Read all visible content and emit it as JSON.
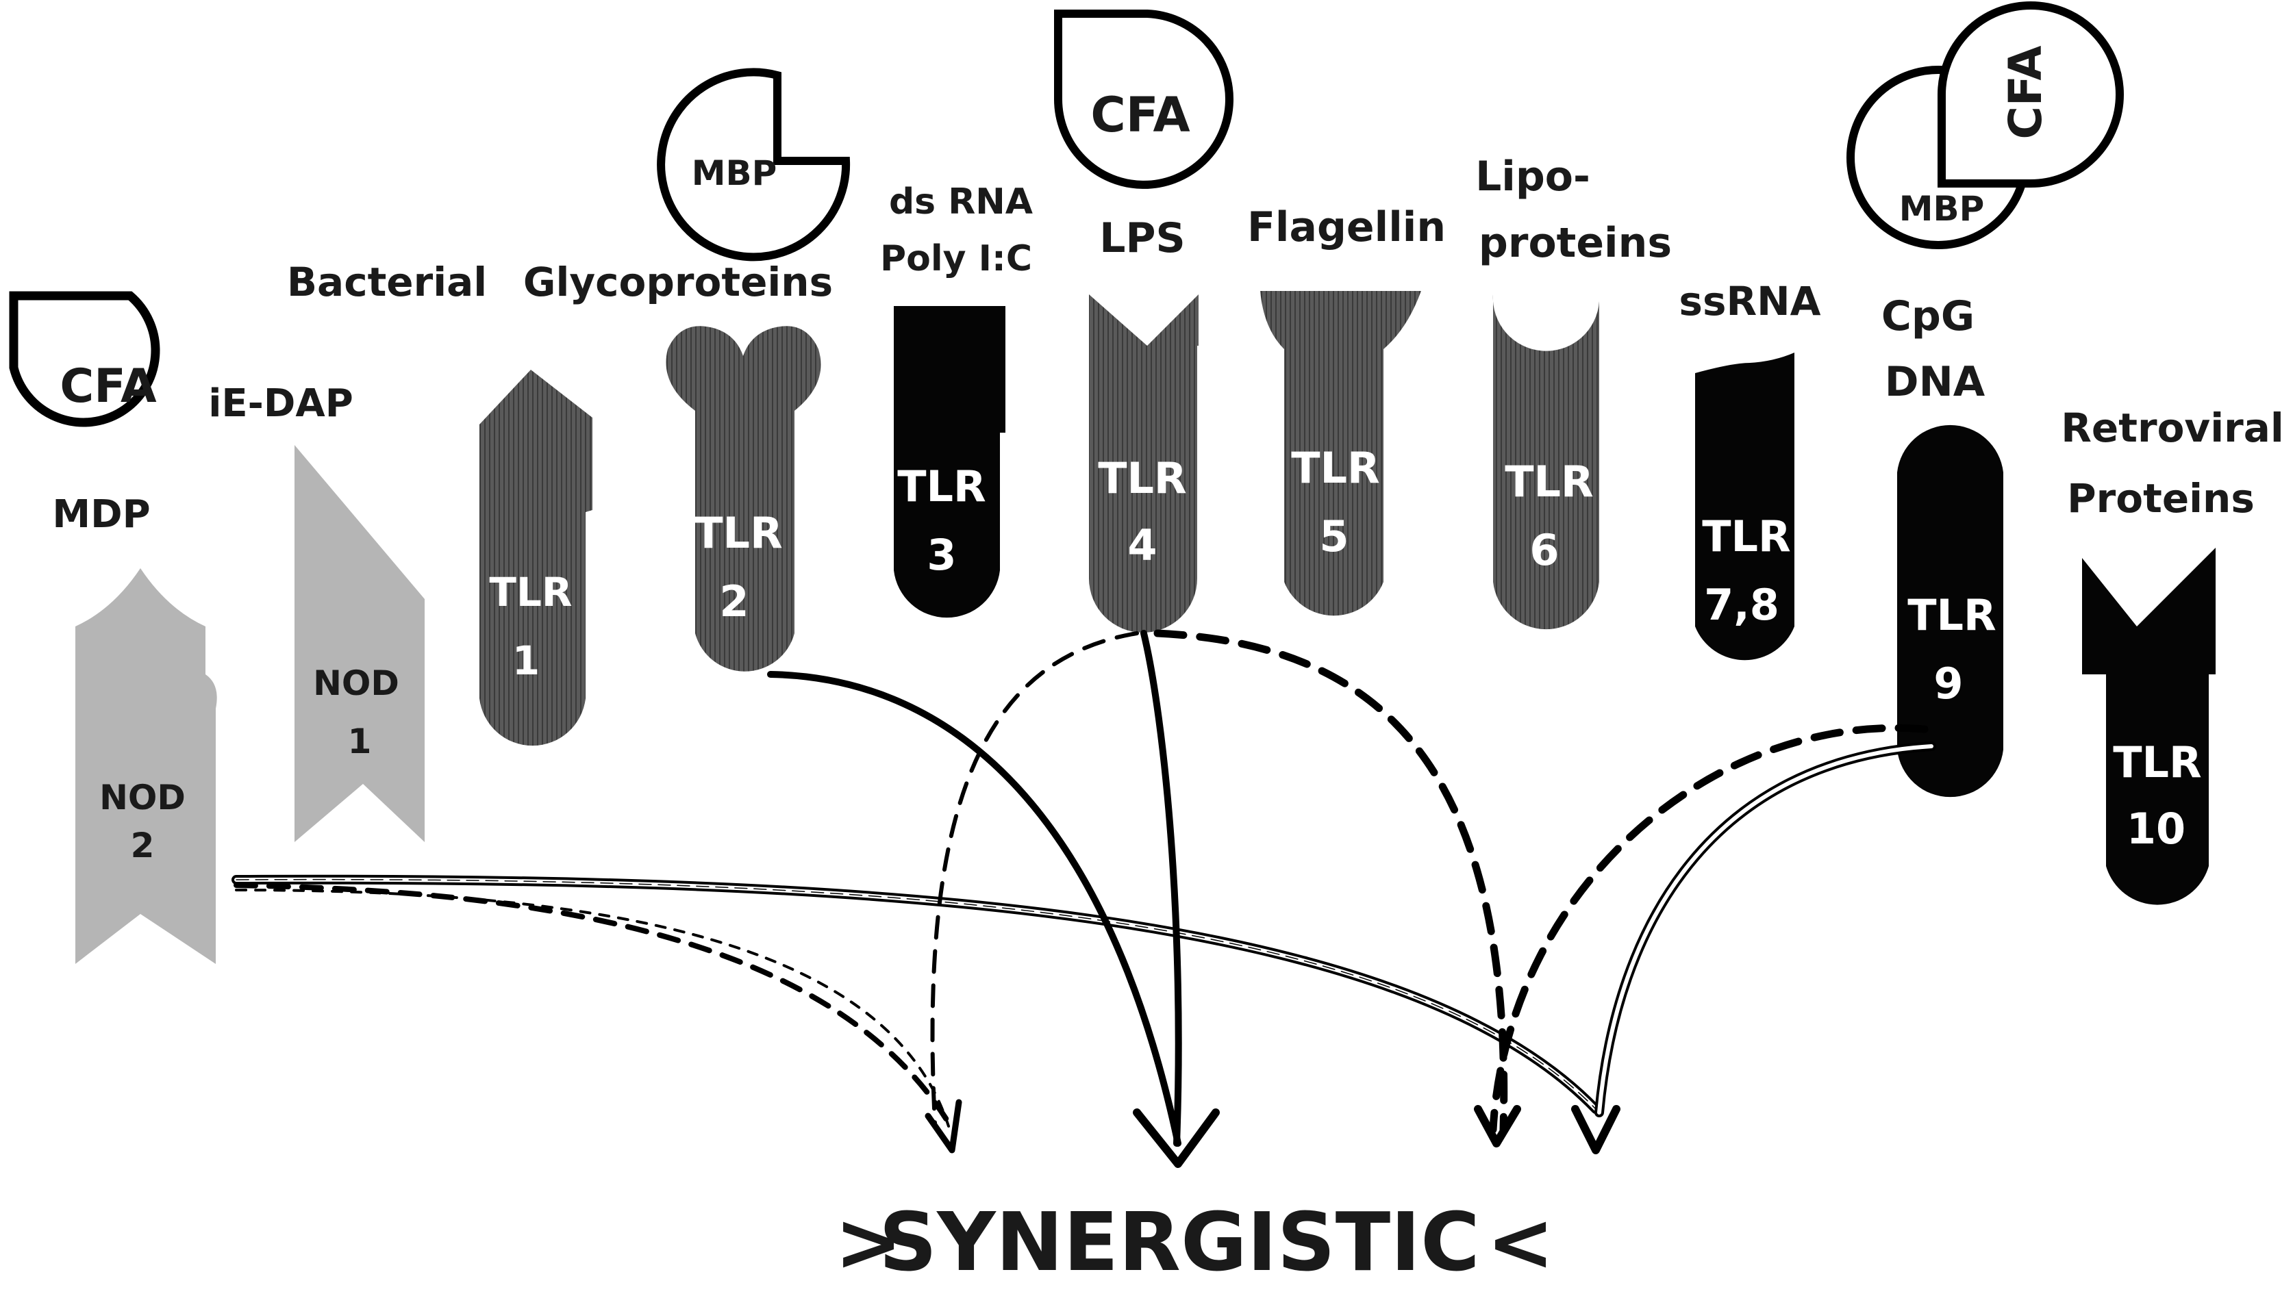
{
  "colors": {
    "nod": "#b3b3b3",
    "tlr_gray": "#555555",
    "tlr_black": "#050505",
    "line": "#000000"
  },
  "ligands": {
    "mdp": "MDP",
    "ie_dap": "iE-DAP",
    "bacterial": "Bacterial",
    "glycoproteins": "Glycoproteins",
    "ds_rna": "ds RNA",
    "poly_ic": "Poly I:C",
    "lps": "LPS",
    "flagellin": "Flagellin",
    "lipo": "Lipo-",
    "proteins": "proteins",
    "ssrna": "ssRNA",
    "cpg": "CpG",
    "dna": "DNA",
    "retroviral": "Retroviral",
    "retro_proteins": "Proteins"
  },
  "adjuvants": {
    "cfa": "CFA",
    "mbp": "MBP"
  },
  "receptors": {
    "nod2": [
      "NOD",
      "2"
    ],
    "nod1": [
      "NOD",
      "1"
    ],
    "tlr1": [
      "TLR",
      "1"
    ],
    "tlr2": [
      "TLR",
      "2"
    ],
    "tlr3": [
      "TLR",
      "3"
    ],
    "tlr4": [
      "TLR",
      "4"
    ],
    "tlr5": [
      "TLR",
      "5"
    ],
    "tlr6": [
      "TLR",
      "6"
    ],
    "tlr78": [
      "TLR",
      "7,8"
    ],
    "tlr9": [
      "TLR",
      "9"
    ],
    "tlr10": [
      "TLR",
      "10"
    ]
  },
  "outcome": {
    "left": ">",
    "label": "SYNERGISTIC",
    "right": "<"
  }
}
